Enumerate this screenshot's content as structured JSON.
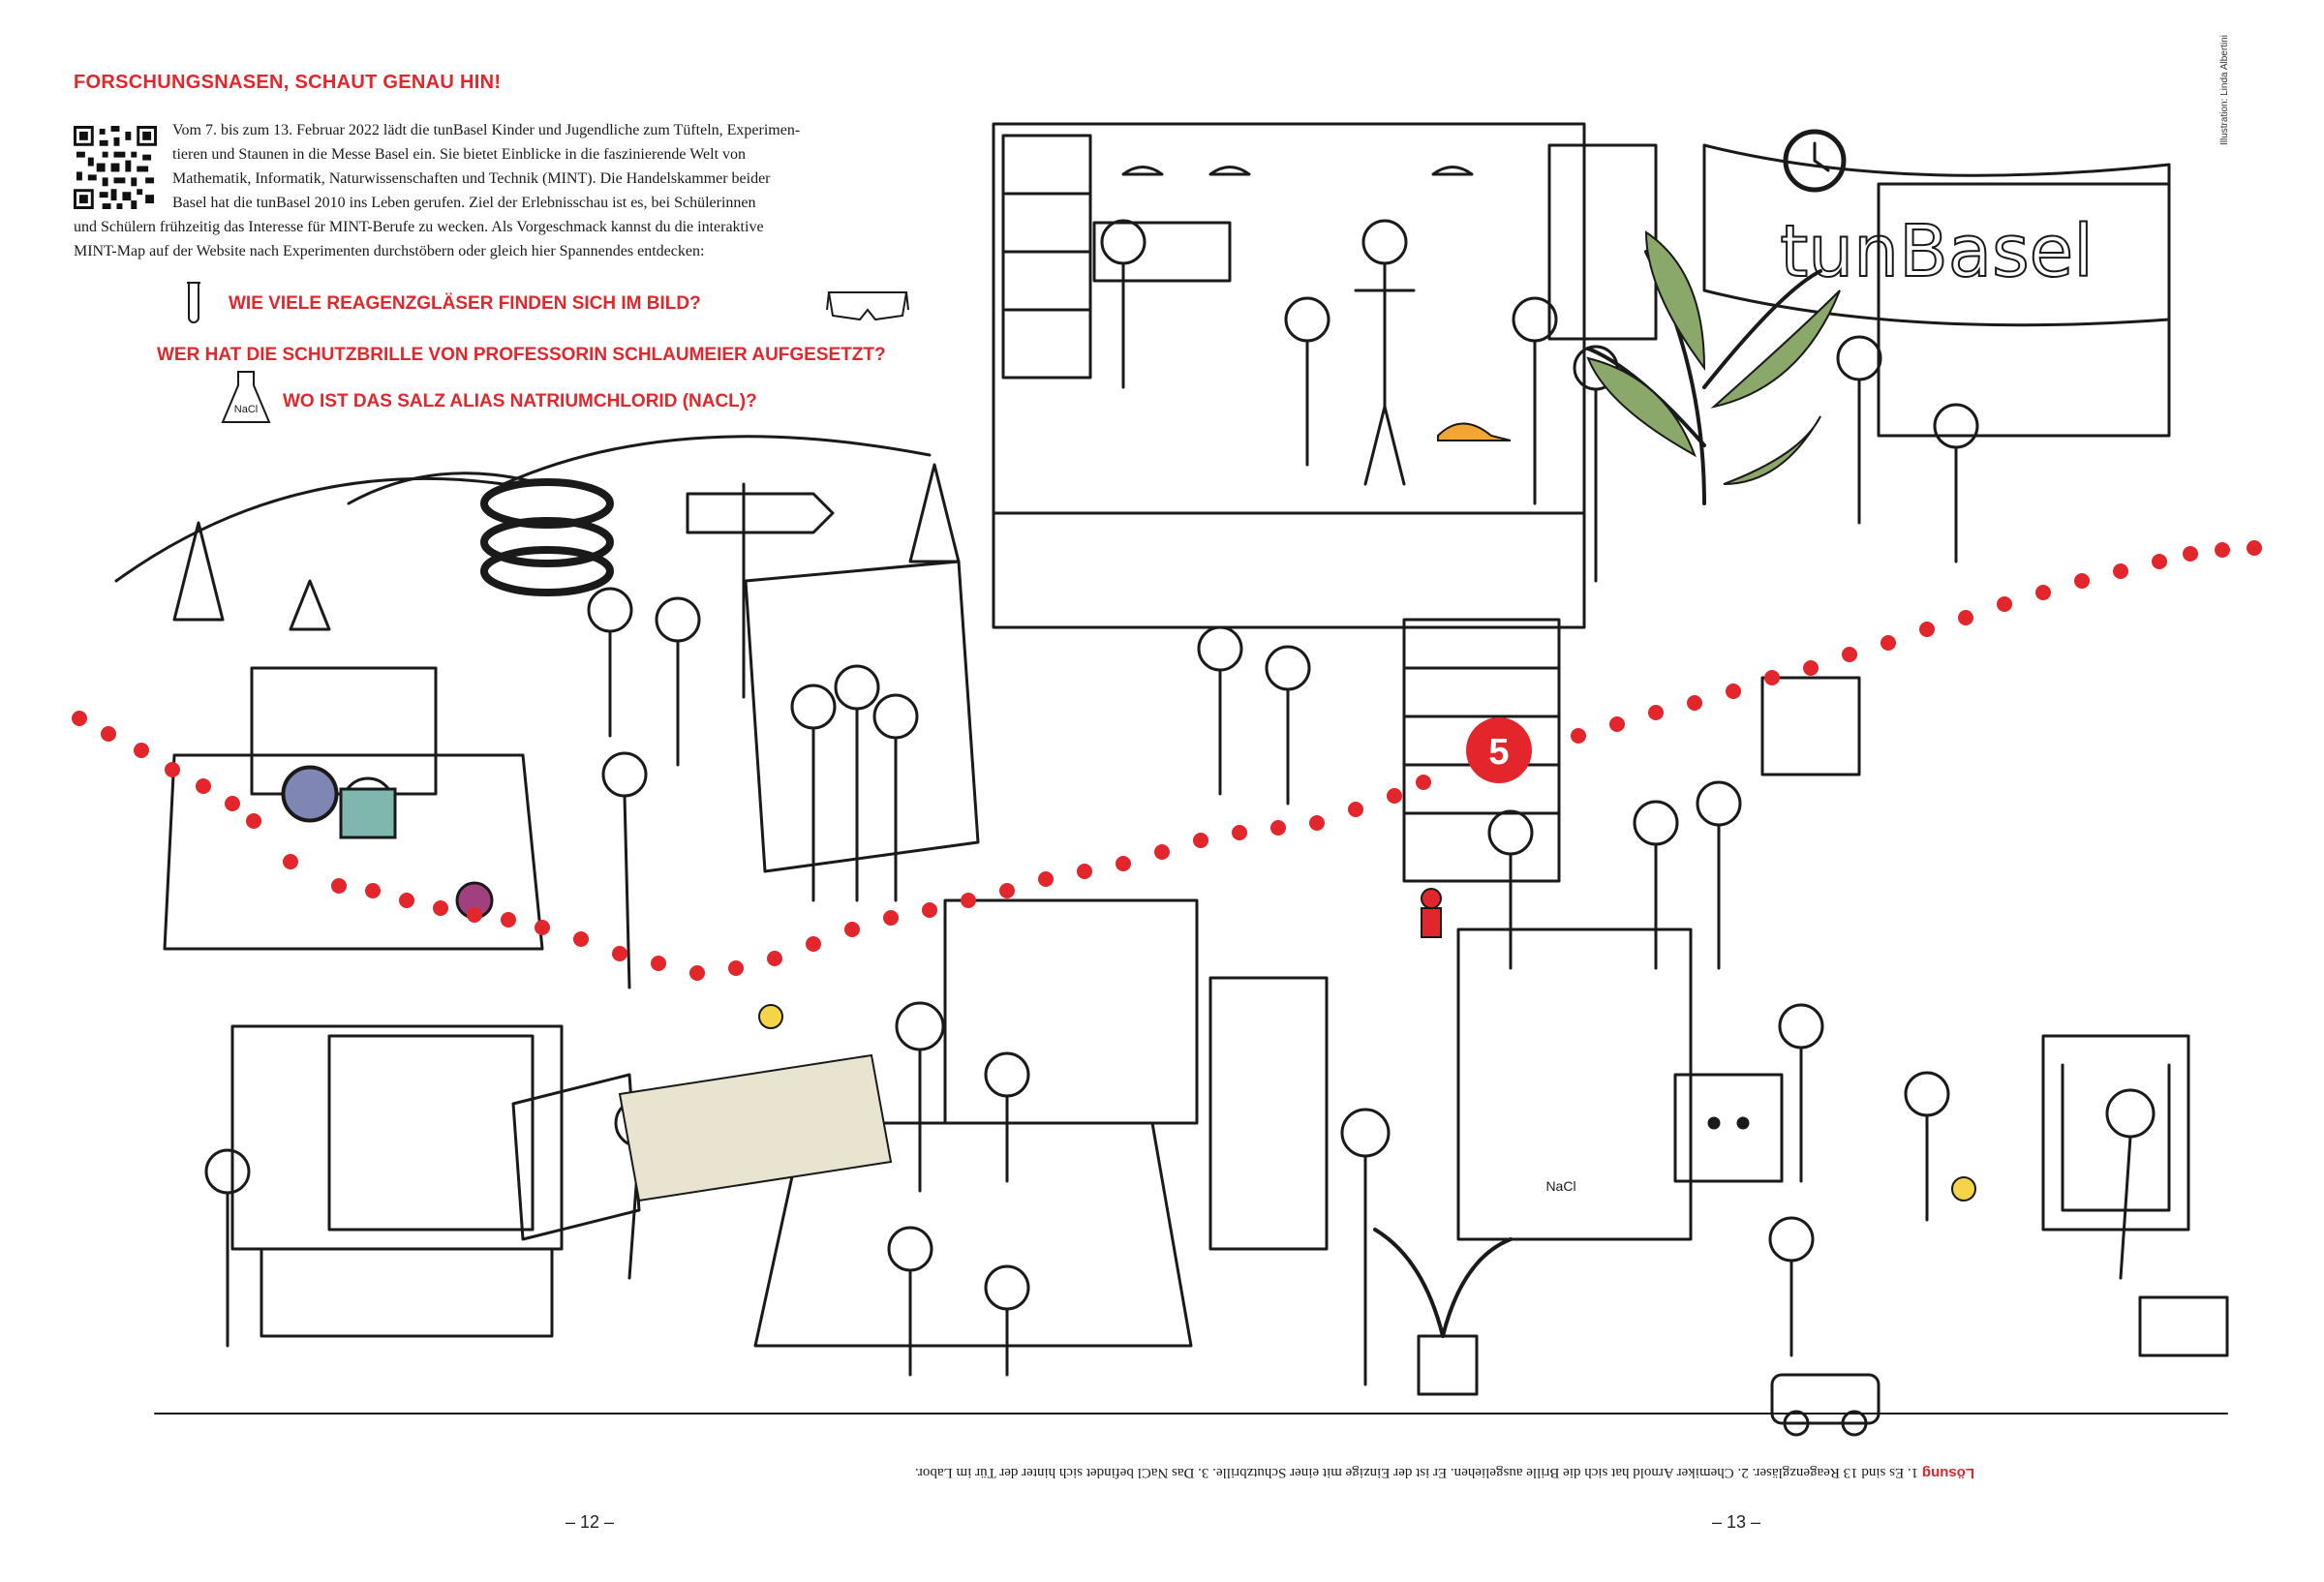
{
  "headline": "FORSCHUNGSNASEN, SCHAUT GENAU HIN!",
  "intro_lines": [
    "Vom 7. bis zum 13. Februar 2022 lädt die tunBasel Kinder und Jugendliche zum Tüfteln, Experimen-",
    "tieren und Staunen in die Messe Basel ein. Sie bietet Einblicke in die faszinierende Welt von",
    "Mathematik, Informatik, Naturwissenschaften und Technik (MINT). Die Handelskammer beider",
    "Basel hat die tunBasel 2010 ins Leben gerufen. Ziel der Erlebnisschau ist es, bei Schülerinnen",
    "und Schülern frühzeitig das Interesse für MINT-Berufe zu wecken. Als Vorgeschmack kannst du die interaktive",
    "MINT-Map auf der Website nach Experimenten durchstöbern oder gleich hier Spannendes entdecken:"
  ],
  "questions": [
    "WIE VIELE REAGENZGLÄSER FINDEN SICH IM BILD?",
    "WER HAT DIE SCHUTZBRILLE VON PROFESSORIN SCHLAUMEIER AUFGESETZT?",
    "WO IST DAS SALZ ALIAS NATRIUMCHLORID (NACL)?"
  ],
  "illustration": {
    "banner_text": "tunBasel",
    "marker_number": "5",
    "nacl_flask_label": "NaCl",
    "nacl_door_label": "NaCl",
    "credit": "Illustration: Linda Albertini"
  },
  "solution": {
    "label": "Lösung",
    "text": "1. Es sind 13 Reagenzgläser. 2. Chemiker Arnold hat sich die Brille ausgeliehen. Er ist der Einzige mit einer Schutzbrille. 3. Das NaCl befindet sich hinter der Tür im Labor."
  },
  "page_numbers": [
    "– 12 –",
    "– 13 –"
  ],
  "colors": {
    "accent": "#e3262b",
    "ink": "#1a1a1a",
    "background": "#ffffff"
  }
}
